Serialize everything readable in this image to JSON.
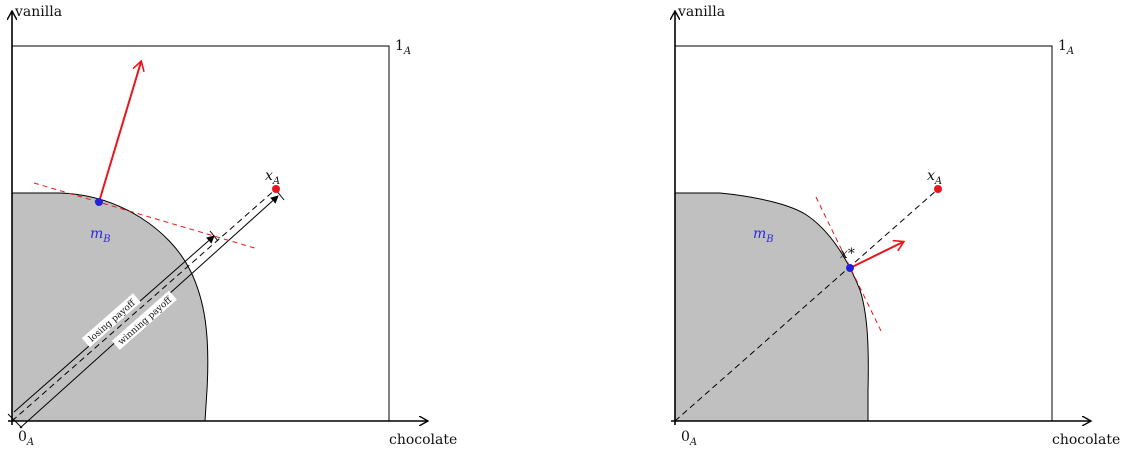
{
  "left_panel": {
    "y_axis_label": "vanilla",
    "x_axis_label": "chocolate",
    "origin_label": "0",
    "origin_sub": "A",
    "top_corner_label": "1",
    "top_corner_sub": "A",
    "point_xa_label": "x",
    "point_xa_sub": "A",
    "point_mb_label": "m",
    "point_mb_sub": "B",
    "losing_payoff_label": "losing payoff",
    "winning_payoff_label": "winning payoff"
  },
  "right_panel": {
    "y_axis_label": "vanilla",
    "x_axis_label": "chocolate",
    "origin_label": "0",
    "origin_sub": "A",
    "top_corner_label": "1",
    "top_corner_sub": "A",
    "point_xa_label": "x",
    "point_xa_sub": "A",
    "point_mb_label": "m",
    "point_mb_sub": "B",
    "x_star_label": "x*"
  },
  "colors": {
    "region_fill": "#c0c0c0",
    "red": "#e8161b",
    "blue": "#2222dd",
    "black": "#000000"
  }
}
